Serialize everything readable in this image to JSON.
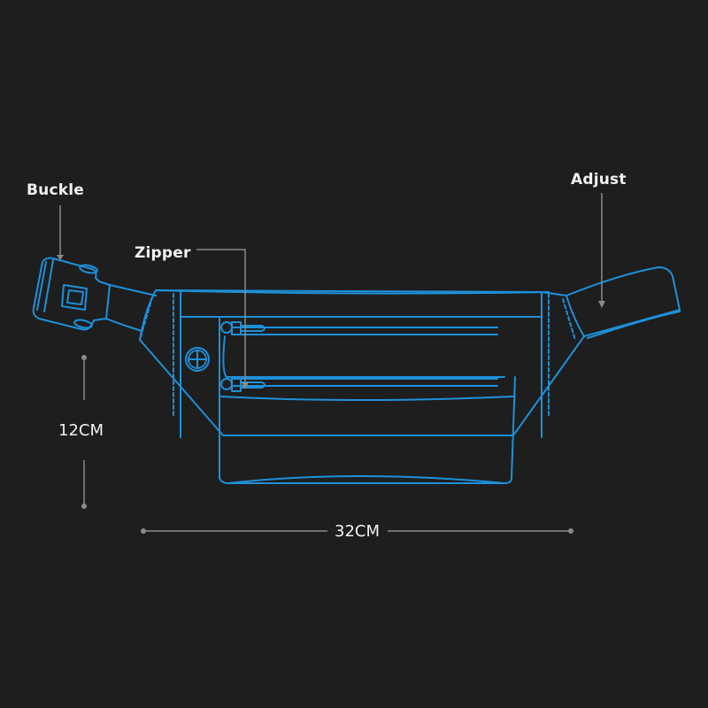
{
  "diagram": {
    "subject": "waist bag line drawing",
    "background_color": "#1e1e1f",
    "line_color": "#1e90d8",
    "leader_color": "#8a8a8a",
    "labels": {
      "buckle": "Buckle",
      "zipper": "Zipper",
      "adjust": "Adjust"
    },
    "dimensions": {
      "height": "12CM",
      "width": "32CM"
    }
  }
}
